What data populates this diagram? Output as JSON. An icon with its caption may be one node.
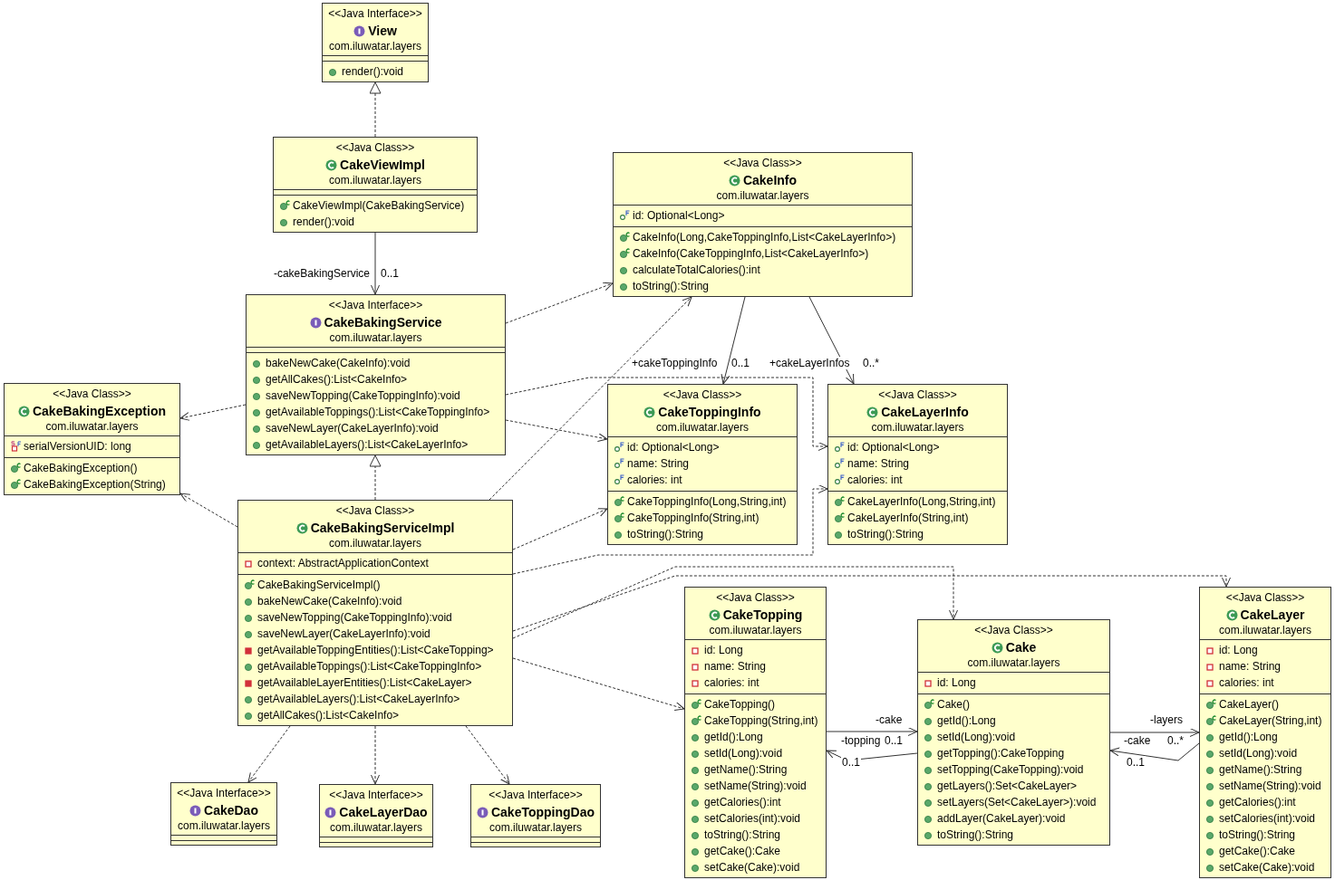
{
  "diagram": {
    "nodes": [
      {
        "text": [
          "<<Java Interface>>",
          "View",
          "com.iluwatar.layers",
          "render():void"
        ]
      },
      {
        "text": [
          "<<Java Class>>",
          "CakeViewImpl",
          "com.iluwatar.layers",
          "CakeViewImpl(CakeBakingService)",
          "render():void"
        ]
      },
      {
        "text": [
          "<<Java Class>>",
          "CakeInfo",
          "com.iluwatar.layers",
          "id: Optional<Long>",
          "CakeInfo(Long,CakeToppingInfo,List<CakeLayerInfo>)",
          "CakeInfo(CakeToppingInfo,List<CakeLayerInfo>)",
          "calculateTotalCalories():int",
          "toString():String"
        ]
      },
      {
        "text": [
          "<<Java Interface>>",
          "CakeBakingService",
          "com.iluwatar.layers",
          "bakeNewCake(CakeInfo):void",
          "getAllCakes():List<CakeInfo>",
          "saveNewTopping(CakeToppingInfo):void",
          "getAvailableToppings():List<CakeToppingInfo>",
          "saveNewLayer(CakeLayerInfo):void",
          "getAvailableLayers():List<CakeLayerInfo>"
        ]
      },
      {
        "text": [
          "<<Java Class>>",
          "CakeBakingException",
          "com.iluwatar.layers",
          "serialVersionUID: long",
          "CakeBakingException()",
          "CakeBakingException(String)"
        ]
      },
      {
        "text": [
          "<<Java Class>>",
          "CakeToppingInfo",
          "com.iluwatar.layers",
          "id: Optional<Long>",
          "name: String",
          "calories: int",
          "CakeToppingInfo(Long,String,int)",
          "CakeToppingInfo(String,int)",
          "toString():String"
        ]
      },
      {
        "text": [
          "<<Java Class>>",
          "CakeLayerInfo",
          "com.iluwatar.layers",
          "id: Optional<Long>",
          "name: String",
          "calories: int",
          "CakeLayerInfo(Long,String,int)",
          "CakeLayerInfo(String,int)",
          "toString():String"
        ]
      },
      {
        "text": [
          "<<Java Class>>",
          "CakeBakingServiceImpl",
          "com.iluwatar.layers",
          "context: AbstractApplicationContext",
          "CakeBakingServiceImpl()",
          "bakeNewCake(CakeInfo):void",
          "saveNewTopping(CakeToppingInfo):void",
          "saveNewLayer(CakeLayerInfo):void",
          "getAvailableToppingEntities():List<CakeTopping>",
          "getAvailableToppings():List<CakeToppingInfo>",
          "getAvailableLayerEntities():List<CakeLayer>",
          "getAvailableLayers():List<CakeLayerInfo>",
          "getAllCakes():List<CakeInfo>"
        ]
      },
      {
        "text": [
          "<<Java Class>>",
          "CakeTopping",
          "com.iluwatar.layers",
          "id: Long",
          "name: String",
          "calories: int",
          "CakeTopping()",
          "CakeTopping(String,int)",
          "getId():Long",
          "setId(Long):void",
          "getName():String",
          "setName(String):void",
          "getCalories():int",
          "setCalories(int):void",
          "toString():String",
          "getCake():Cake",
          "setCake(Cake):void"
        ]
      },
      {
        "text": [
          "<<Java Class>>",
          "Cake",
          "com.iluwatar.layers",
          "id: Long",
          "Cake()",
          "getId():Long",
          "setId(Long):void",
          "getTopping():CakeTopping",
          "setTopping(CakeTopping):void",
          "getLayers():Set<CakeLayer>",
          "setLayers(Set<CakeLayer>):void",
          "addLayer(CakeLayer):void",
          "toString():String"
        ]
      },
      {
        "text": [
          "<<Java Class>>",
          "CakeLayer",
          "com.iluwatar.layers",
          "id: Long",
          "name: String",
          "calories: int",
          "CakeLayer()",
          "CakeLayer(String,int)",
          "getId():Long",
          "setId(Long):void",
          "getName():String",
          "setName(String):void",
          "getCalories():int",
          "setCalories(int):void",
          "toString():String",
          "getCake():Cake",
          "setCake(Cake):void"
        ]
      },
      {
        "text": [
          "<<Java Interface>>",
          "CakeDao",
          "com.iluwatar.layers"
        ]
      },
      {
        "text": [
          "<<Java Interface>>",
          "CakeLayerDao",
          "com.iluwatar.layers"
        ]
      },
      {
        "text": [
          "<<Java Interface>>",
          "CakeToppingDao",
          "com.iluwatar.layers"
        ]
      }
    ],
    "edges": [
      {
        "from": 1,
        "to": 0,
        "arrow": "to",
        "style": "dashed"
      },
      {
        "from": 1,
        "to": 3,
        "arrow": "to",
        "label": "-cakeBakingService"
      },
      {
        "from": 3,
        "to": 2,
        "arrow": "to",
        "style": "dashed"
      },
      {
        "from": 3,
        "to": 4,
        "arrow": "to",
        "style": "dashed"
      },
      {
        "from": 3,
        "to": 5,
        "arrow": "to",
        "style": "dashed"
      },
      {
        "from": 3,
        "to": 6,
        "arrow": "to",
        "style": "dashed"
      },
      {
        "from": 2,
        "to": 5,
        "arrow": "to",
        "label": "+cakeToppingInfo"
      },
      {
        "from": 2,
        "to": 6,
        "arrow": "to",
        "label": "+cakeLayerInfos"
      },
      {
        "from": 7,
        "to": 3,
        "arrow": "to",
        "style": "dashed"
      },
      {
        "from": 7,
        "to": 4,
        "arrow": "to",
        "style": "dashed"
      },
      {
        "from": 7,
        "to": 2,
        "arrow": "to",
        "style": "dashed"
      },
      {
        "from": 7,
        "to": 5,
        "arrow": "to",
        "style": "dashed"
      },
      {
        "from": 7,
        "to": 6,
        "arrow": "to",
        "style": "dashed"
      },
      {
        "from": 7,
        "to": 8,
        "arrow": "to",
        "style": "dashed"
      },
      {
        "from": 7,
        "to": 9,
        "arrow": "to",
        "style": "dashed"
      },
      {
        "from": 7,
        "to": 10,
        "arrow": "to",
        "style": "dashed"
      },
      {
        "from": 8,
        "to": 9,
        "arrow": "to",
        "label": "-cake"
      },
      {
        "from": 9,
        "to": 8,
        "arrow": "to",
        "label": "-topping"
      },
      {
        "from": 9,
        "to": 10,
        "arrow": "to",
        "label": "-layers"
      },
      {
        "from": 10,
        "to": 9,
        "arrow": "to",
        "label": "-cake"
      },
      {
        "from": 7,
        "to": 11,
        "arrow": "to",
        "style": "dashed"
      },
      {
        "from": 7,
        "to": 12,
        "arrow": "to",
        "style": "dashed"
      },
      {
        "from": 7,
        "to": 13,
        "arrow": "to",
        "style": "dashed"
      }
    ],
    "labels": [
      "0..1",
      "0..1",
      "0..*",
      "0..1",
      "0..*",
      "0..1",
      "0..1"
    ]
  }
}
